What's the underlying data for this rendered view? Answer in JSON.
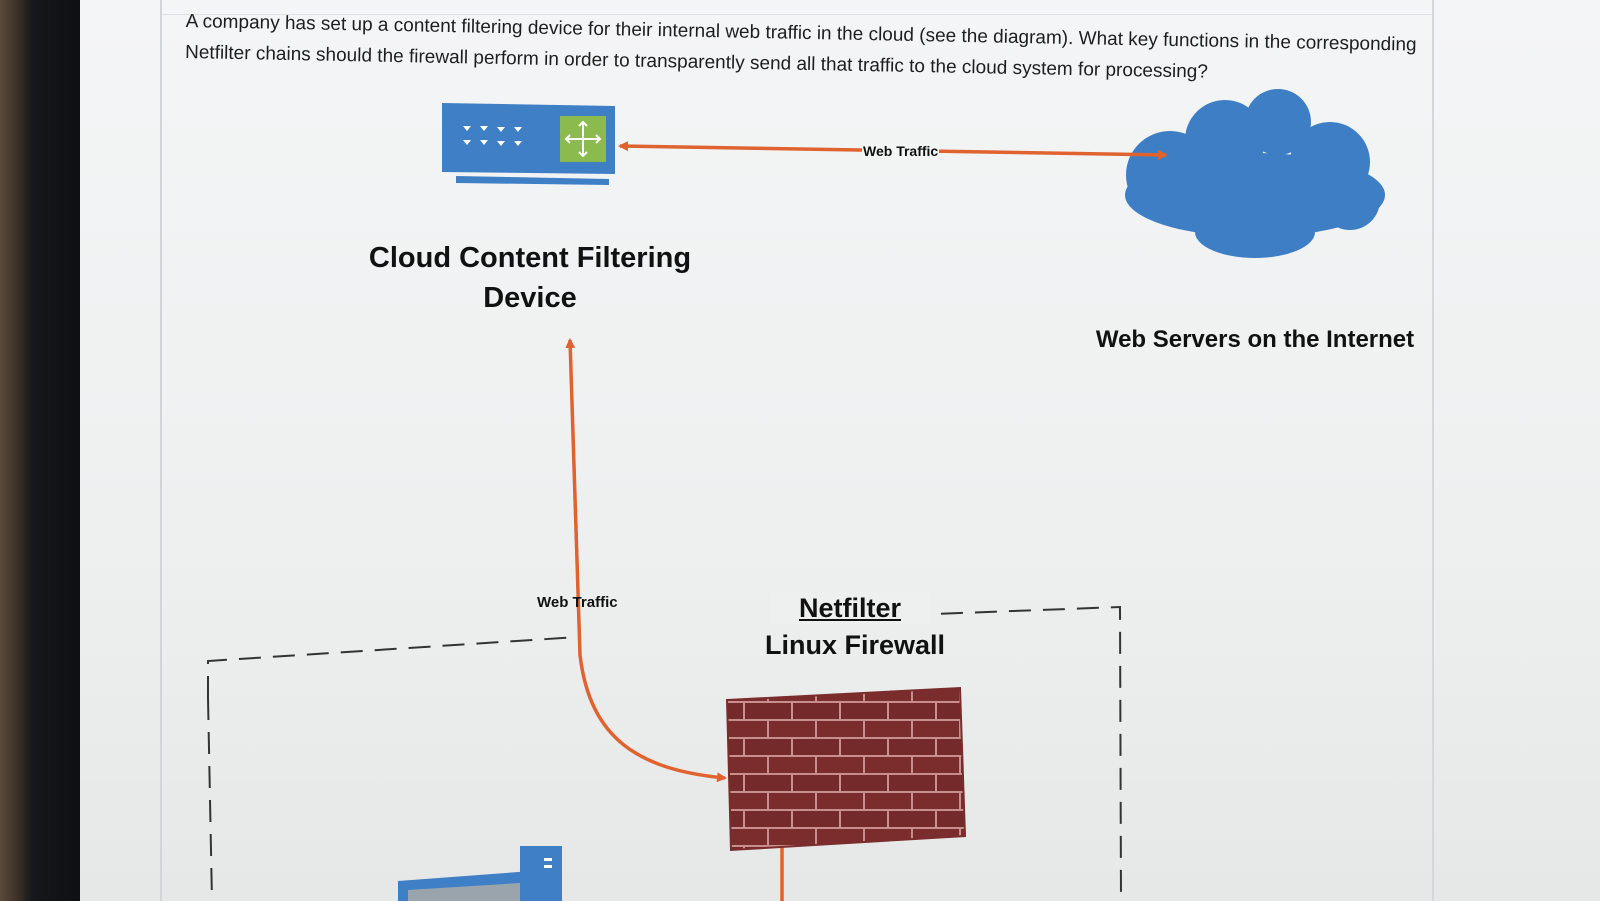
{
  "question": "A company has set up a content filtering device for their internal web traffic in the cloud (see the diagram). What key functions in the corresponding Netfilter chains should the firewall perform in order to transparently send all that traffic to the cloud system for processing?",
  "diagram": {
    "nodes": {
      "filtering_device": {
        "label": "Cloud Content Filtering Device",
        "icon": "network-switch-icon"
      },
      "internet": {
        "label": "Web Servers on the Internet",
        "icon": "cloud-icon"
      },
      "firewall": {
        "title": "Netfilter",
        "label": "Linux Firewall",
        "icon": "brick-wall-icon"
      },
      "client": {
        "icon": "computer-icon"
      }
    },
    "edges": [
      {
        "from": "filtering_device",
        "to": "internet",
        "label": "Web Traffic",
        "bidirectional": true
      },
      {
        "from": "firewall",
        "to": "filtering_device",
        "label": "Web Traffic",
        "bidirectional": true
      },
      {
        "from": "client",
        "to": "firewall",
        "label": ""
      }
    ],
    "colors": {
      "arrow": "#e0622e",
      "device": "#3f7fc6",
      "cloud": "#3d7ec4",
      "brick": "#7b2c2c",
      "mortar": "#c98f8f",
      "router_square": "#8bbb4f"
    }
  }
}
